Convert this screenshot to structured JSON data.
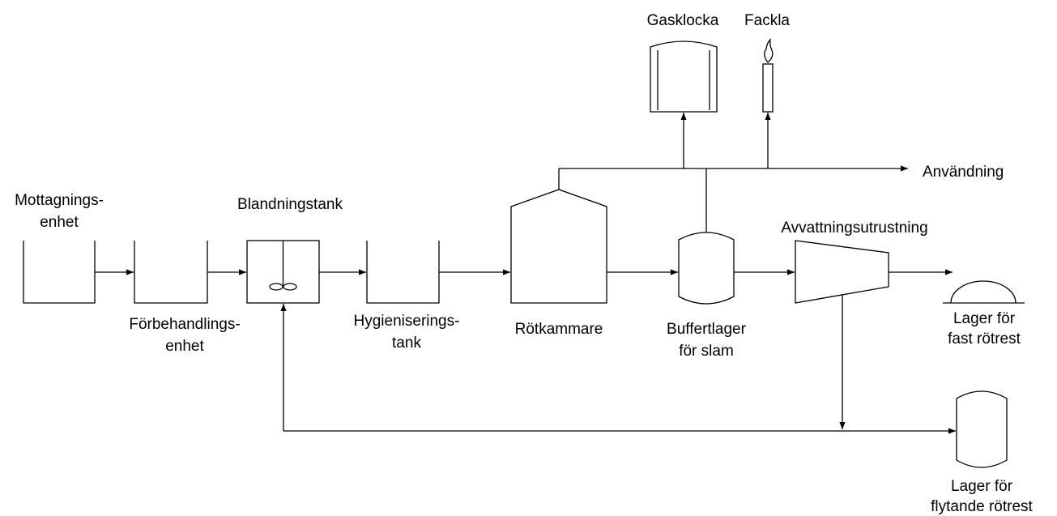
{
  "labels": {
    "mottagning_1": "Mottagnings-",
    "mottagning_2": "enhet",
    "forbehandling_1": "Förbehandlings-",
    "forbehandling_2": "enhet",
    "blandningstank": "Blandningstank",
    "hygienisering_1": "Hygieniserings-",
    "hygienisering_2": "tank",
    "rotkammare": "Rötkammare",
    "buffert_1": "Buffertlager",
    "buffert_2": "för slam",
    "avvattning": "Avvattningsutrustning",
    "fast_1": "Lager för",
    "fast_2": "fast rötrest",
    "flytande_1": "Lager för",
    "flytande_2": "flytande rötrest",
    "gasklocka": "Gasklocka",
    "fackla": "Fackla",
    "anvandning": "Användning"
  }
}
